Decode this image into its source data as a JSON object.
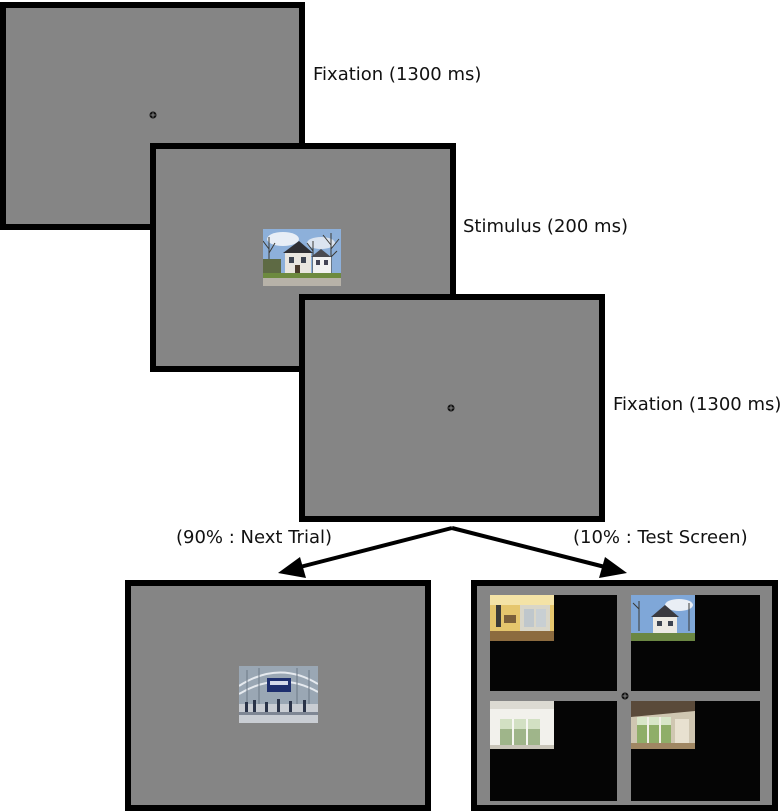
{
  "labels": {
    "fixation_1": "Fixation (1300 ms)",
    "stimulus": "Stimulus (200 ms)",
    "fixation_2": "Fixation (1300 ms)",
    "next_trial": "(90% : Next Trial)",
    "test_screen": "(10% : Test Screen)"
  },
  "colors": {
    "screen_gray": "#858585",
    "border": "#000000",
    "test_panel": "#050505"
  },
  "icons": {
    "fixation": "fixation-cross-icon",
    "arrow": "arrow-icon"
  }
}
